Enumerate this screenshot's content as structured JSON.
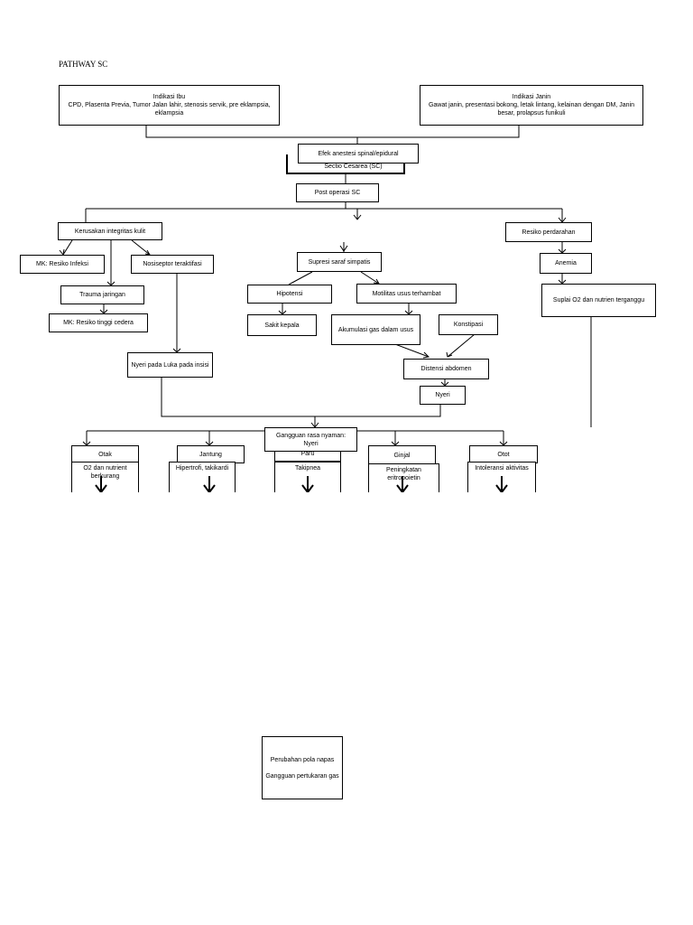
{
  "title": "PATHWAY SC",
  "nodes": {
    "indikasi_ibu": {
      "head": "Indikasi Ibu",
      "body": "CPD, Plasenta Previa, Tumor Jalan lahir, stenosis servik, pre eklampsia, eklampsia"
    },
    "indikasi_janin": {
      "head": "Indikasi Janin",
      "body": "Gawat janin, presentasi bokong, letak lintang, kelainan dengan DM, Janin besar, prolapsus funikuli"
    },
    "efek_anestesi": "Efek anestesi spinal/epidural",
    "sectio": "Sectio Cesarea (SC)",
    "post_op": "Post operasi SC",
    "kerusakan_kulit": "Kerusakan integritas kulit",
    "resiko_infeksi": "MK: Resiko Infeksi",
    "nosiseptor": "Nosiseptor teraktifasi",
    "trauma": "Trauma jaringan",
    "resiko_cedera": "MK: Resiko tinggi cedera",
    "nyeri_luka": "Nyeri pada Luka pada insisi",
    "supresi": "Supresi saraf simpatis",
    "hipotensi": "Hipotensi",
    "sakit_kepala": "Sakit kepala",
    "motilitas": "Motilitas usus terhambat",
    "akumulasi_gas": "Akumulasi gas dalam usus",
    "konstipasi": "Konstipasi",
    "distensi": "Distensi abdomen",
    "nyeri": "Nyeri",
    "resiko_perdarahan": "Resiko perdarahan",
    "anemia": "Anemia",
    "suplai_o2": "Suplai O2 dan nutrien terganggu",
    "gangguan_nyaman": "Gangguan rasa nyaman: Nyeri",
    "otak": "Otak",
    "otak_sub": "O2 dan nutrient berkurang",
    "jantung": "Jantung",
    "jantung_sub": "Hipertrofi, takikardi",
    "paru": "Paru",
    "paru_sub": "Takipnea",
    "ginjal": "Ginjal",
    "ginjal_sub": "Peningkatan eritropoietin",
    "otot": "Otot",
    "otot_sub": "Intoleransi aktivitas",
    "perubahan_pola": "Perubahan pola napas\n\nGangguan pertukaran gas"
  }
}
